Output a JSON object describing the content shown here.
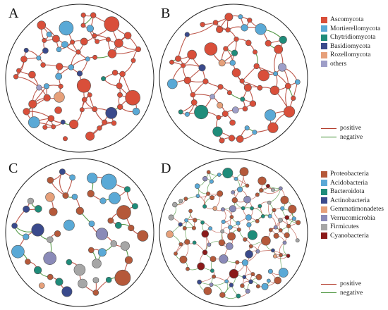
{
  "panels": [
    {
      "letter": "A"
    },
    {
      "letter": "B"
    },
    {
      "letter": "C"
    },
    {
      "letter": "D"
    }
  ],
  "fungi_legend": {
    "items": [
      {
        "label": "Ascomycota",
        "color": "#d94f3a"
      },
      {
        "label": "Mortierellomycota",
        "color": "#5aa9d6"
      },
      {
        "label": "Chytridiomycota",
        "color": "#1f8c7a"
      },
      {
        "label": "Basidiomycota",
        "color": "#3a4a8c"
      },
      {
        "label": "Rozellomycota",
        "color": "#e6a07a"
      },
      {
        "label": "others",
        "color": "#9e9ec8"
      }
    ]
  },
  "bacteria_legend": {
    "items": [
      {
        "label": "Proteobacteria",
        "color": "#b5593a"
      },
      {
        "label": "Acidobacteria",
        "color": "#5aa9d6"
      },
      {
        "label": "Bacteroidota",
        "color": "#1f8c7a"
      },
      {
        "label": "Actinobacteria",
        "color": "#3a4a8c"
      },
      {
        "label": "Gemmatimonadetes",
        "color": "#e6a07a"
      },
      {
        "label": "Verrucomicrobia",
        "color": "#8a8ab8"
      },
      {
        "label": "Firmicutes",
        "color": "#a6a6a6"
      },
      {
        "label": "Cyanobacteria",
        "color": "#8b1a1a"
      }
    ]
  },
  "edge_legend_top": {
    "positive": {
      "label": "positive",
      "color": "#b23a2a"
    },
    "negative": {
      "label": "negative",
      "color": "#3a8a2a"
    }
  },
  "edge_legend_bottom": {
    "positive": {
      "label": "positive",
      "color": "#b23a2a"
    },
    "negative": {
      "label": "negative",
      "color": "#3a8a2a"
    }
  }
}
